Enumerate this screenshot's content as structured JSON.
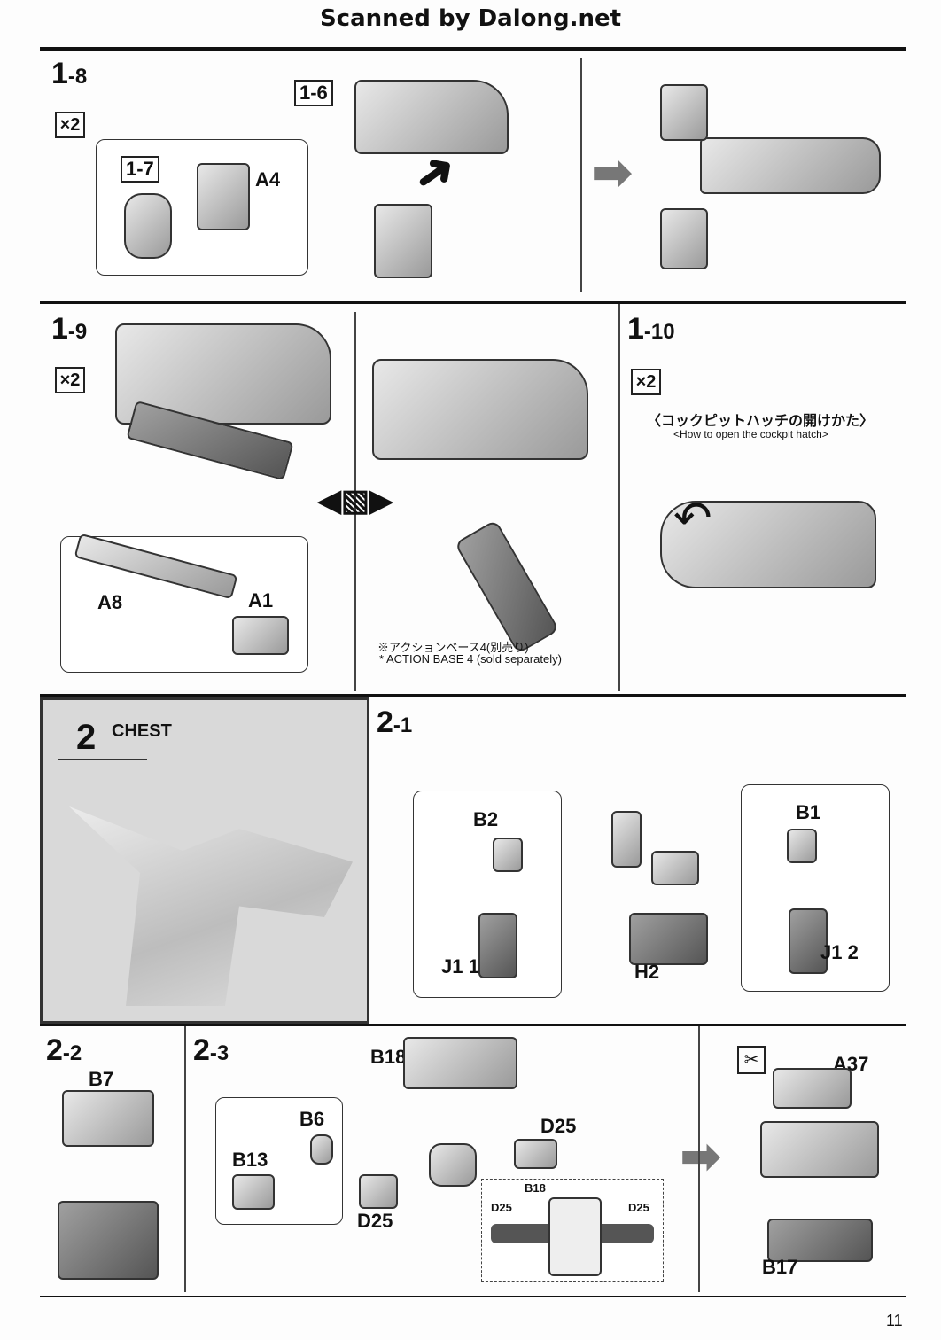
{
  "header": {
    "title": "Scanned by Dalong.net"
  },
  "steps": {
    "s1_8": {
      "major": "1",
      "minor": "-8",
      "qty": "×2",
      "ref_1_6": "1-6",
      "ref_1_7": "1-7",
      "part_a4": "A4"
    },
    "s1_9": {
      "major": "1",
      "minor": "-9",
      "qty": "×2",
      "part_a8": "A8",
      "part_a1": "A1",
      "note_jp": "※アクションベース4(別売り)",
      "note_en": "* ACTION BASE 4 (sold separately)"
    },
    "s1_10": {
      "major": "1",
      "minor": "-10",
      "qty": "×2",
      "title_jp": "〈コックピットハッチの開けかた〉",
      "title_en": "<How to open the cockpit hatch>"
    },
    "s2": {
      "number": "2",
      "title": "CHEST"
    },
    "s2_1": {
      "major": "2",
      "minor": "-1",
      "part_b2": "B2",
      "part_j1_1": "J1 1",
      "part_h2": "H2",
      "part_b1": "B1",
      "part_j1_2": "J1 2"
    },
    "s2_2": {
      "major": "2",
      "minor": "-2",
      "part_b7": "B7"
    },
    "s2_3": {
      "major": "2",
      "minor": "-3",
      "part_b18": "B18",
      "part_b6": "B6",
      "part_b13": "B13",
      "part_d25a": "D25",
      "part_d25b": "D25",
      "part_a37": "A37",
      "part_b17": "B17",
      "detail_b18": "B18",
      "detail_d25l": "D25",
      "detail_d25r": "D25"
    }
  },
  "footer": {
    "page_number": "11"
  }
}
